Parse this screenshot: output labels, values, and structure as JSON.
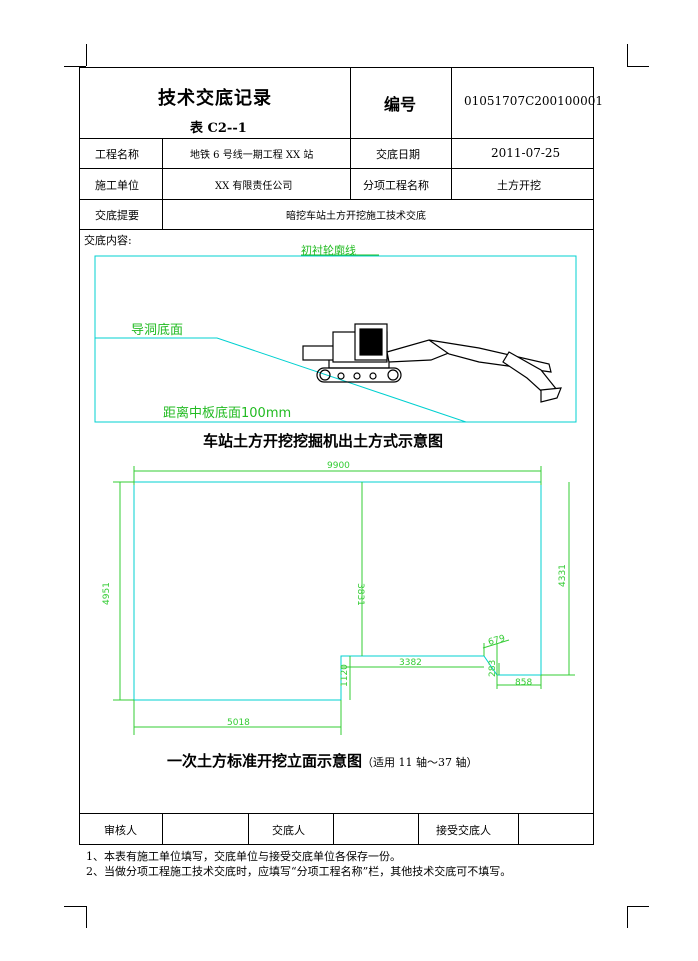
{
  "header": {
    "title": "技术交底记录",
    "form_no": "表 C2--1",
    "number_label": "编号",
    "number_value": "01051707C200100001"
  },
  "rows": {
    "project_name_label": "工程名称",
    "project_name_value": "地铁 6 号线一期工程   XX 站",
    "date_label": "交底日期",
    "date_value": "2011-07-25",
    "unit_label": "施工单位",
    "unit_value": "XX 有限责任公司",
    "subproject_label": "分项工程名称",
    "subproject_value": "土方开挖",
    "summary_label": "交底提要",
    "summary_value": "暗挖车站土方开挖施工技术交底"
  },
  "content": {
    "label": "交底内容:",
    "figure1": {
      "top_label": "初衬轮廓线",
      "guide_label": "导洞底面",
      "bottom_label": "距离中板底面100mm",
      "caption": "车站土方开挖挖掘机出土方式示意图"
    },
    "figure2": {
      "dims": {
        "top_width": "9900",
        "left_height": "4951",
        "mid_height": "3831",
        "right_height": "4331",
        "step_width": "3382",
        "step_height": "1120",
        "bottom_width": "5018",
        "slope_w": "679",
        "slope_h": "283",
        "right_base": "858"
      },
      "caption": "一次土方标准开挖立面示意图",
      "caption_note": "（适用 11 轴～37 轴）"
    }
  },
  "signatures": {
    "reviewer": "审核人",
    "presenter": "交底人",
    "receiver": "接受交底人"
  },
  "notes": [
    "1、本表有施工单位填写，交底单位与接受交底单位各保存一份。",
    "2、当做分项工程施工技术交底时，应填写“分项工程名称”栏，其他技术交底可不填写。"
  ],
  "colors": {
    "line_cyan": "#00d0d0",
    "label_green": "#22bb22",
    "dim_green": "#33cc33"
  }
}
